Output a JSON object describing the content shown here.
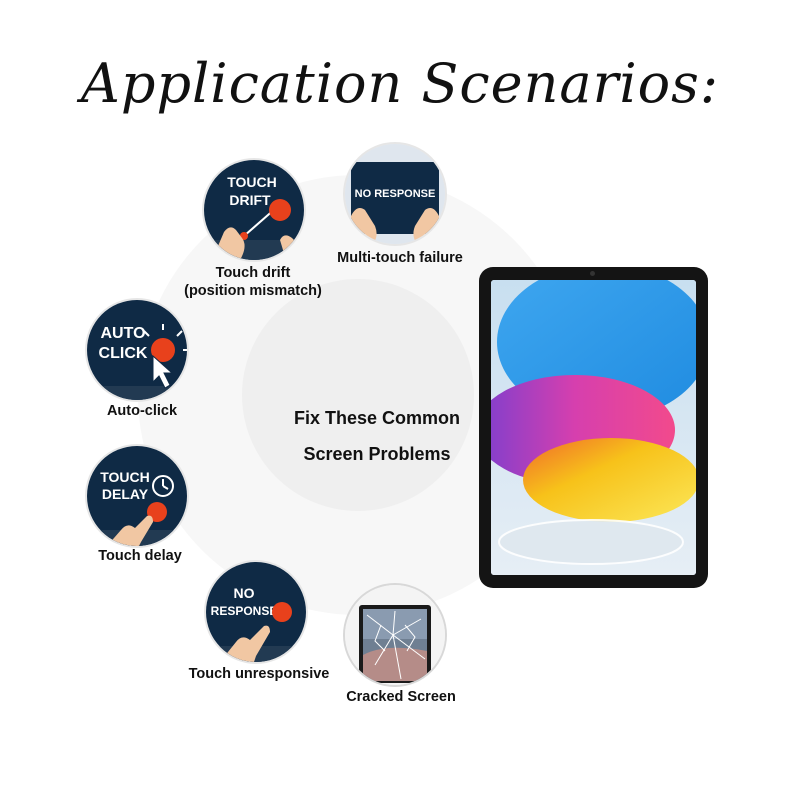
{
  "title": "Application Scenarios:",
  "center": {
    "line1": "Fix These Common",
    "line2": "Screen Problems"
  },
  "scenarios": [
    {
      "label": "Touch drift",
      "sublabel": "(position mismatch)",
      "icon_text": [
        "TOUCH",
        "DRIFT"
      ]
    },
    {
      "label": "Multi-touch failure",
      "icon_text": [
        "NO RESPONSE"
      ]
    },
    {
      "label": "Auto-click",
      "icon_text": [
        "AUTO",
        "CLICK"
      ]
    },
    {
      "label": "Touch delay",
      "icon_text": [
        "TOUCH",
        "DELAY"
      ]
    },
    {
      "label": "Touch unresponsive",
      "icon_text": [
        "NO",
        "RESPONSE"
      ]
    },
    {
      "label": "Cracked Screen"
    }
  ],
  "colors": {
    "badge_panel": "#0f2a45",
    "accent_red": "#e8411c",
    "tablet_frame": "#141414"
  }
}
